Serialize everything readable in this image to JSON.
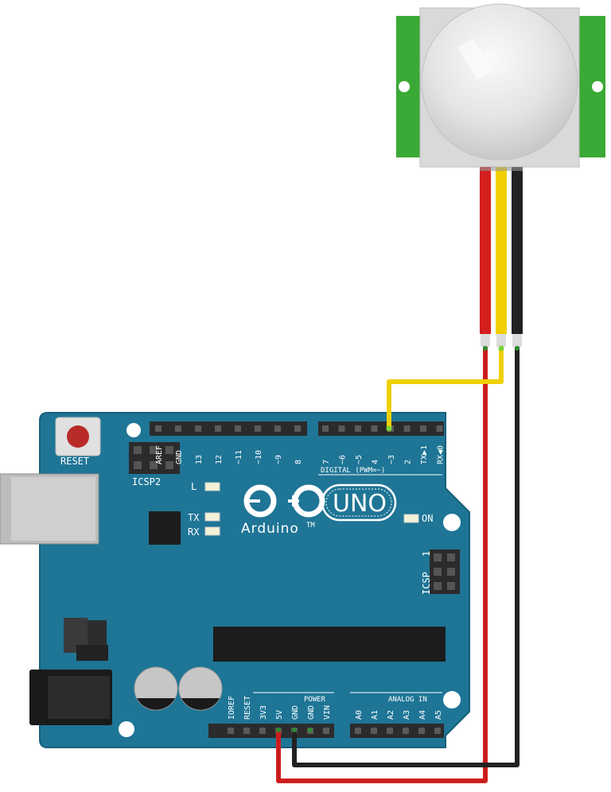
{
  "board": {
    "name": "Arduino",
    "trademark": "TM",
    "model": "UNO",
    "reset_label": "RESET",
    "icsp2_label": "ICSP2",
    "icsp_label": "ICSP",
    "icsp_pin1": "1",
    "led_l": "L",
    "led_tx": "TX",
    "led_rx": "RX",
    "led_on": "ON",
    "digital_label": "DIGITAL (PWM=~)",
    "power_label": "POWER",
    "analog_label": "ANALOG IN",
    "digital_pins_left": [
      "AREF",
      "GND",
      "13",
      "12",
      "~11",
      "~10",
      "~9",
      "8"
    ],
    "digital_pins_right": [
      "7",
      "~6",
      "~5",
      "4",
      "~3",
      "2",
      "TX▶1",
      "RX◀0"
    ],
    "power_pins": [
      "IOREF",
      "RESET",
      "3V3",
      "5V",
      "GND",
      "GND",
      "VIN"
    ],
    "analog_pins": [
      "A0",
      "A1",
      "A2",
      "A3",
      "A4",
      "A5"
    ],
    "colors": {
      "pcb": "#1e7596",
      "pcb_edge": "#195f7a",
      "header": "#2b2b2b"
    }
  },
  "sensor": {
    "name": "PIR motion sensor",
    "colors": {
      "pcb": "#3aa935",
      "lens": "#e6e6e6"
    }
  },
  "wires": [
    {
      "name": "power",
      "from": "PIR VCC",
      "to": "5V",
      "color": "#d41f1f"
    },
    {
      "name": "signal",
      "from": "PIR OUT",
      "to": "~3",
      "color": "#f0d000"
    },
    {
      "name": "ground",
      "from": "PIR GND",
      "to": "GND",
      "color": "#222222"
    }
  ]
}
